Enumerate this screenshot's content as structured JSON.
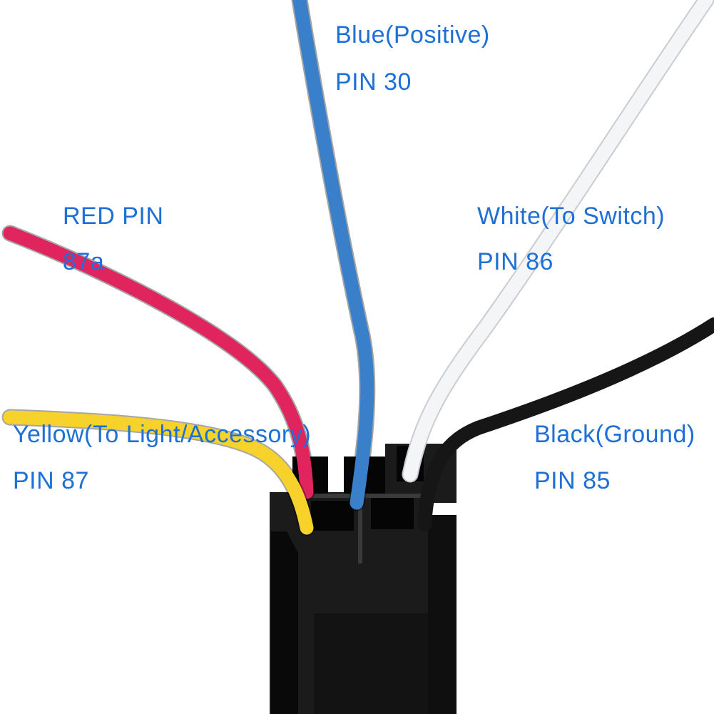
{
  "colors": {
    "label_text": "#1e6fd6",
    "wire_blue": "#3a7fc9",
    "wire_red": "#e0245e",
    "wire_white": "#f4f5f7",
    "wire_yellow": "#f7d22a",
    "wire_black": "#161616",
    "socket_body": "#1b1b1b",
    "socket_edge": "#050505"
  },
  "labels": {
    "blue": {
      "name": "Blue(Positive)",
      "pin": "PIN 30"
    },
    "red": {
      "name": "RED PIN",
      "pin": "87a"
    },
    "white": {
      "name": "White(To Switch)",
      "pin": "PIN 86"
    },
    "yellow": {
      "name": "Yellow(To Light/Accessory)",
      "pin": "PIN 87"
    },
    "black": {
      "name": "Black(Ground)",
      "pin": "PIN 85"
    }
  }
}
